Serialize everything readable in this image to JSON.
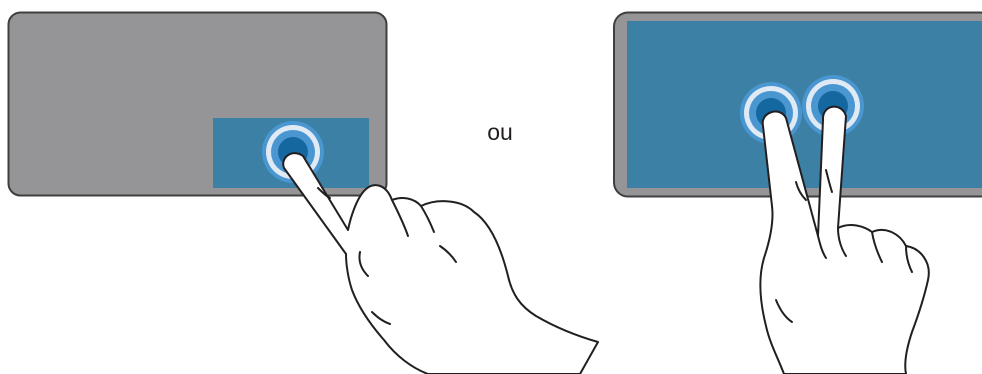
{
  "separator": {
    "label": "ou"
  },
  "illustrations": [
    {
      "id": "single-finger-tap-on-area",
      "panel_color": "#959597",
      "highlight_color": "#3d80a6",
      "touch_ring_color": "#dfeaf4",
      "touch_dot_color": "#1567a0"
    },
    {
      "id": "two-finger-tap-on-screen",
      "panel_color": "#959597",
      "highlight_color": "#3d80a6",
      "touch_ring_color": "#dfeaf4",
      "touch_dot_color": "#1567a0"
    }
  ],
  "icons": [
    "hand-pointing-icon",
    "two-finger-hand-icon",
    "touch-point-icon"
  ]
}
